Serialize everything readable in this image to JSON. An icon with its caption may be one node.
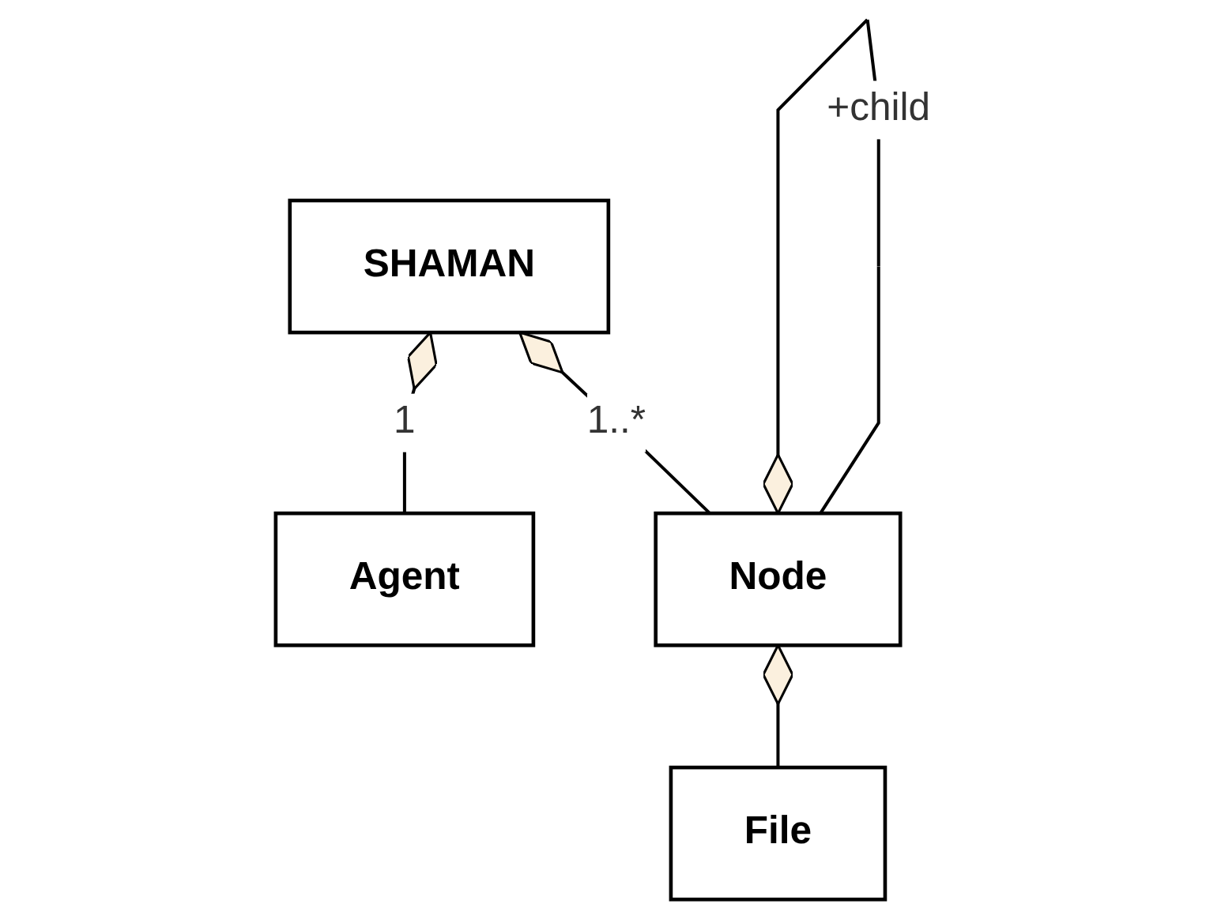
{
  "diagram": {
    "nodes": [
      {
        "text": [
          "SHAMAN"
        ]
      },
      {
        "text": [
          "Node"
        ]
      },
      {
        "text": [
          "Agent"
        ]
      },
      {
        "text": [
          "File"
        ]
      }
    ],
    "edges": [
      {
        "from": 1,
        "to": 0,
        "arrow": "other",
        "label": "1..*"
      },
      {
        "from": 2,
        "to": 0,
        "arrow": "other",
        "label": "1"
      },
      {
        "from": 3,
        "to": 1,
        "arrow": "other"
      },
      {
        "from": 1,
        "to": 1,
        "arrow": "other",
        "label": "+child"
      }
    ]
  }
}
